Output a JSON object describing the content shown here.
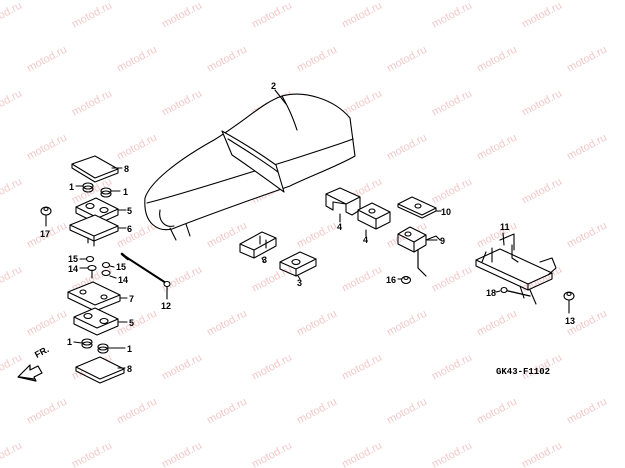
{
  "figure_code": "GK43-F1102",
  "direction_label": "FR.",
  "watermark_text": "motod.ru",
  "colors": {
    "line": "#000000",
    "watermark": "#f2c9c9",
    "background": "#ffffff"
  },
  "callouts": [
    {
      "id": "c8a",
      "label": "8"
    },
    {
      "id": "c1a",
      "label": "1"
    },
    {
      "id": "c1b",
      "label": "1"
    },
    {
      "id": "c5a",
      "label": "5"
    },
    {
      "id": "c6",
      "label": "6"
    },
    {
      "id": "c17",
      "label": "17"
    },
    {
      "id": "c15a",
      "label": "15"
    },
    {
      "id": "c14a",
      "label": "14"
    },
    {
      "id": "c15b",
      "label": "15"
    },
    {
      "id": "c14b",
      "label": "14"
    },
    {
      "id": "c7",
      "label": "7"
    },
    {
      "id": "c12",
      "label": "12"
    },
    {
      "id": "c5b",
      "label": "5"
    },
    {
      "id": "c1c",
      "label": "1"
    },
    {
      "id": "c1d",
      "label": "1"
    },
    {
      "id": "c8b",
      "label": "8"
    },
    {
      "id": "c2",
      "label": "2"
    },
    {
      "id": "c3a",
      "label": "3"
    },
    {
      "id": "c3b",
      "label": "3"
    },
    {
      "id": "c4a",
      "label": "4"
    },
    {
      "id": "c4b",
      "label": "4"
    },
    {
      "id": "c10",
      "label": "10"
    },
    {
      "id": "c9",
      "label": "9"
    },
    {
      "id": "c16",
      "label": "16"
    },
    {
      "id": "c11",
      "label": "11"
    },
    {
      "id": "c18",
      "label": "18"
    },
    {
      "id": "c13",
      "label": "13"
    }
  ]
}
